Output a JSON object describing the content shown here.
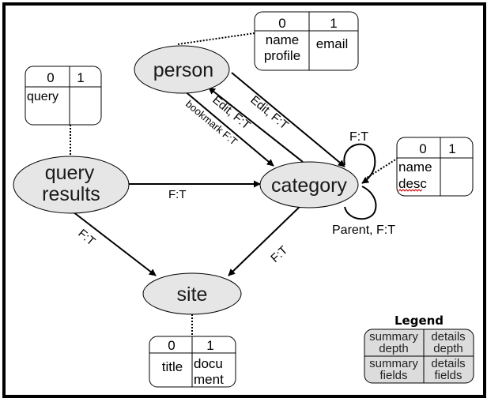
{
  "diagram": {
    "colors": {
      "node_fill": "#e6e6e6",
      "stroke": "#000000",
      "legend_fill": "#dcdcdc",
      "spell_underline": "#cc0000"
    },
    "nodes": {
      "person": {
        "label": "person"
      },
      "query_results": {
        "label_line1": "query",
        "label_line2": "results"
      },
      "category": {
        "label": "category"
      },
      "site": {
        "label": "site"
      }
    },
    "tables": {
      "person": {
        "headers": [
          "0",
          "1"
        ],
        "cells": [
          [
            "name",
            "profile"
          ],
          [
            "email"
          ]
        ]
      },
      "query_results": {
        "headers": [
          "0",
          "1"
        ],
        "cells": [
          [
            "query"
          ],
          []
        ]
      },
      "category": {
        "headers": [
          "0",
          "1"
        ],
        "cells": [
          [
            "name",
            "desc"
          ],
          []
        ]
      },
      "site": {
        "headers": [
          "0",
          "1"
        ],
        "cells": [
          [
            "title"
          ],
          [
            "docu",
            "ment"
          ]
        ]
      }
    },
    "edges": [
      {
        "id": "person-to-category-edit",
        "from": "person",
        "to": "category",
        "label": "Edit,  F:T"
      },
      {
        "id": "category-to-person-edit",
        "from": "category",
        "to": "person",
        "label": "Edit,  F:T"
      },
      {
        "id": "person-to-category-bookmark",
        "from": "person",
        "to": "category",
        "label": "bookmark   F:T"
      },
      {
        "id": "query-results-to-category",
        "from": "query results",
        "to": "category",
        "label": "F:T"
      },
      {
        "id": "query-results-to-site",
        "from": "query results",
        "to": "site",
        "label": "F:T"
      },
      {
        "id": "category-to-site",
        "from": "category",
        "to": "site",
        "label": "F:T"
      },
      {
        "id": "category-self-loop-top",
        "from": "category",
        "to": "category",
        "label": "F:T"
      },
      {
        "id": "category-self-loop-parent",
        "from": "category",
        "to": "category",
        "label": "Parent, F:T"
      }
    ],
    "legend": {
      "title": "Legend",
      "cells": [
        [
          "summary",
          "depth"
        ],
        [
          "details",
          "depth"
        ],
        [
          "summary",
          "fields"
        ],
        [
          "details",
          "fields"
        ]
      ]
    }
  }
}
